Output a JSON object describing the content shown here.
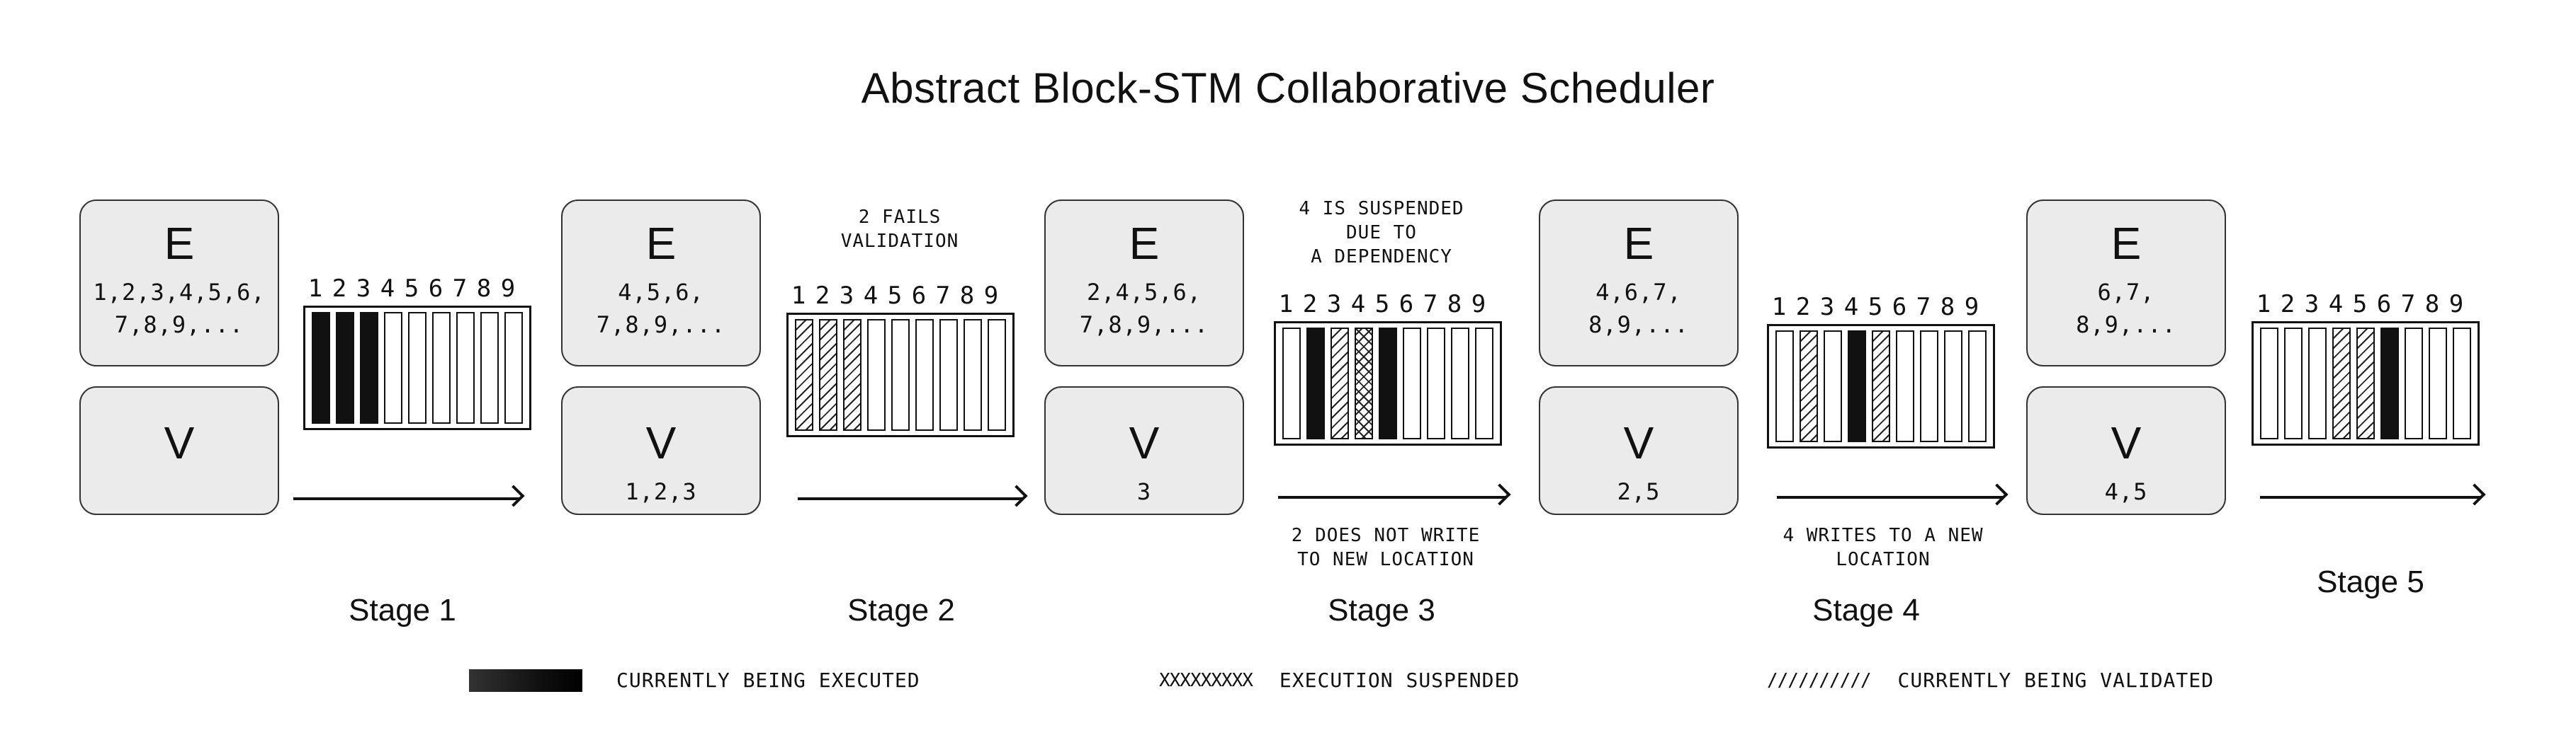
{
  "title": "Abstract Block-STM Collaborative Scheduler",
  "tx_labels": [
    "1",
    "2",
    "3",
    "4",
    "5",
    "6",
    "7",
    "8",
    "9"
  ],
  "stages": [
    {
      "label": "Stage 1",
      "e_letter": "E",
      "e_list": "1,2,3,4,5,6,\n7,8,9,...",
      "v_letter": "V",
      "v_list": "",
      "note_above": "",
      "note_below": "",
      "cells": [
        "exec",
        "exec",
        "exec",
        "empty",
        "empty",
        "empty",
        "empty",
        "empty",
        "empty"
      ]
    },
    {
      "label": "Stage 2",
      "e_letter": "E",
      "e_list": "4,5,6,\n7,8,9,...",
      "v_letter": "V",
      "v_list": "1,2,3",
      "note_above": "2 FAILS\nVALIDATION",
      "note_below": "",
      "cells": [
        "val",
        "val",
        "val",
        "empty",
        "empty",
        "empty",
        "empty",
        "empty",
        "empty"
      ]
    },
    {
      "label": "Stage 3",
      "e_letter": "E",
      "e_list": "2,4,5,6,\n7,8,9,...",
      "v_letter": "V",
      "v_list": "3",
      "note_above": "4 IS SUSPENDED\nDUE TO\nA DEPENDENCY",
      "note_below": "2 DOES NOT WRITE\nTO NEW LOCATION",
      "cells": [
        "empty",
        "exec",
        "val",
        "susp",
        "exec",
        "empty",
        "empty",
        "empty",
        "empty"
      ]
    },
    {
      "label": "Stage 4",
      "e_letter": "E",
      "e_list": "4,6,7,\n8,9,...",
      "v_letter": "V",
      "v_list": "2,5",
      "note_above": "",
      "note_below": "4 WRITES TO A NEW\nLOCATION",
      "cells": [
        "empty",
        "val",
        "empty",
        "exec",
        "val",
        "empty",
        "empty",
        "empty",
        "empty"
      ]
    },
    {
      "label": "Stage 5",
      "e_letter": "E",
      "e_list": "6,7,\n8,9,...",
      "v_letter": "V",
      "v_list": "4,5",
      "note_above": "",
      "note_below": "",
      "cells": [
        "empty",
        "empty",
        "empty",
        "val",
        "val",
        "exec",
        "empty",
        "empty",
        "empty"
      ]
    }
  ],
  "legend": [
    {
      "swatch": "gradient",
      "glyph": "",
      "text": "CURRENTLY BEING EXECUTED"
    },
    {
      "swatch": "glyph",
      "glyph": "XXXXXXXXX",
      "text": "EXECUTION SUSPENDED"
    },
    {
      "swatch": "glyph",
      "glyph": "//////////",
      "text": "CURRENTLY BEING VALIDATED"
    }
  ],
  "colors": {
    "box_fill": "#ebebeb",
    "ink": "#111111",
    "background": "#ffffff"
  }
}
